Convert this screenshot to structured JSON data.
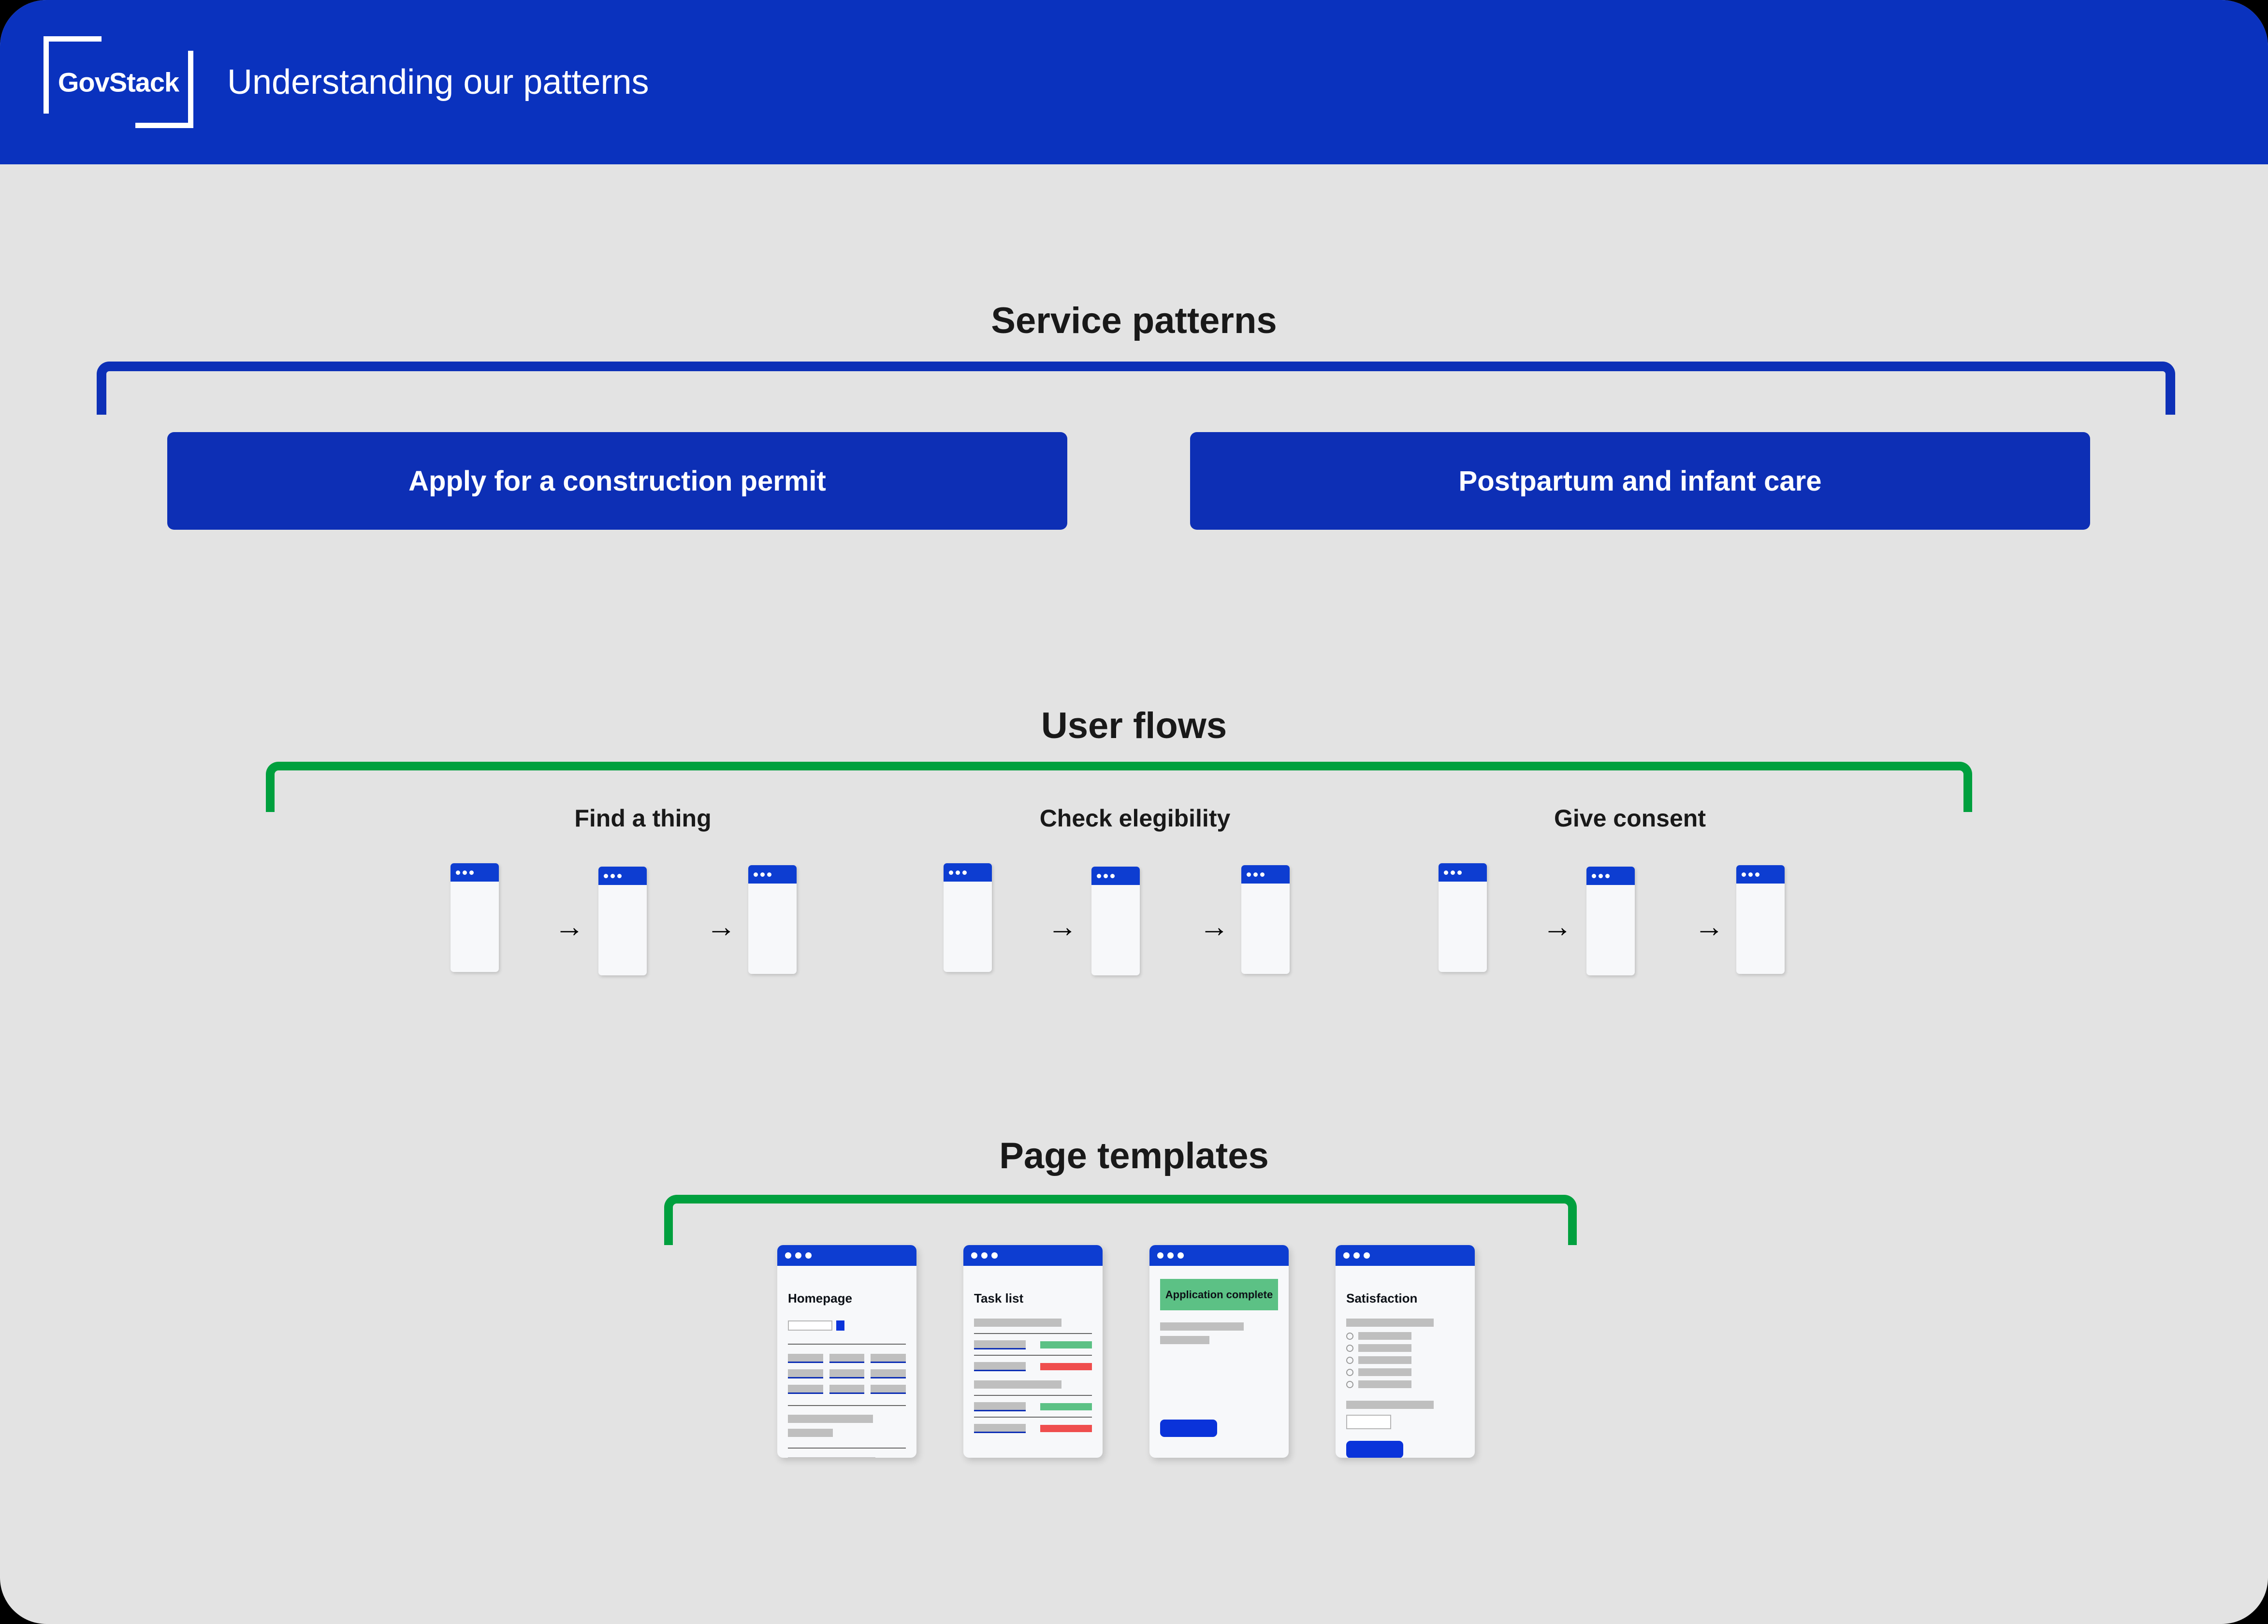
{
  "header": {
    "logo_text": "GovStack",
    "title": "Understanding our patterns",
    "bg_color": "#0A32BE"
  },
  "colors": {
    "page_bg": "#E3E3E3",
    "brand_blue": "#0D2FB5",
    "title_bar_blue": "#0D3DD1",
    "bracket_blue": "#0D30B7",
    "bracket_green": "#00A03E",
    "chip_green": "#5CC185",
    "chip_red": "#EF4E4E",
    "gray_placeholder": "#BFBFBF"
  },
  "sections": {
    "service_patterns": {
      "heading": "Service patterns",
      "bracket_color": "#0D30B7",
      "buttons": [
        {
          "label": "Apply for a construction permit"
        },
        {
          "label": "Postpartum and infant care"
        }
      ]
    },
    "user_flows": {
      "heading": "User flows",
      "bracket_color": "#00A03E",
      "flows": [
        {
          "label": "Find a thing",
          "steps": 3,
          "arrow": "→"
        },
        {
          "label": "Check elegibility",
          "steps": 3,
          "arrow": "→"
        },
        {
          "label": "Give consent",
          "steps": 3,
          "arrow": "→"
        }
      ]
    },
    "page_templates": {
      "heading": "Page templates",
      "bracket_color": "#00A03E",
      "cards": [
        {
          "title": "Homepage",
          "banner": null
        },
        {
          "title": "Task list",
          "banner": null
        },
        {
          "title": null,
          "banner": "Application complete"
        },
        {
          "title": "Satisfaction",
          "banner": null
        }
      ]
    }
  }
}
